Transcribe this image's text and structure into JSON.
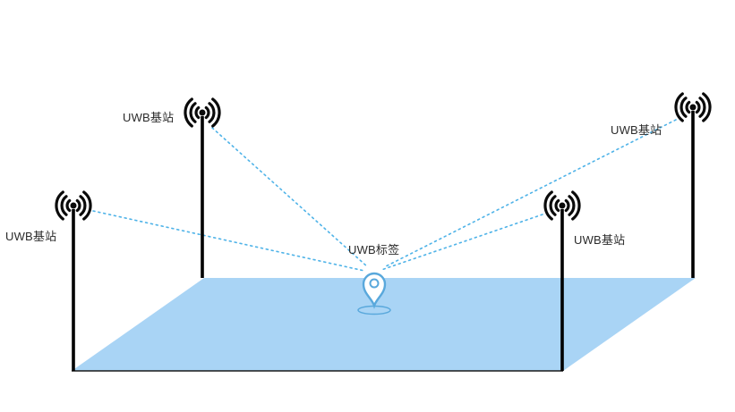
{
  "diagram": {
    "stations": [
      {
        "position": "front-left",
        "label": "UWB基站"
      },
      {
        "position": "back-left",
        "label": "UWB基站"
      },
      {
        "position": "front-right",
        "label": "UWB基站"
      },
      {
        "position": "back-right",
        "label": "UWB基站"
      }
    ],
    "tag": {
      "label": "UWB标签"
    },
    "icons": {
      "station": "antenna-icon",
      "tag": "location-pin-icon"
    },
    "colors": {
      "background": "#FFFFFF",
      "floor": "#A9D4F5",
      "connection_line": "#4FB3E8",
      "pole": "#000000",
      "pin": "#59A8DC",
      "label_text": "#2B2B2B"
    }
  }
}
